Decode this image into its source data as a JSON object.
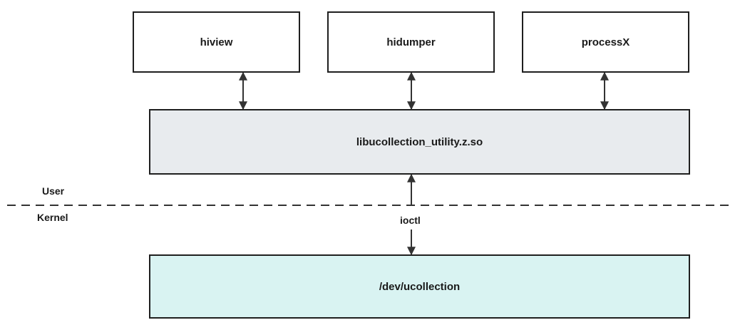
{
  "processes": [
    "hiview",
    "hidumper",
    "processX"
  ],
  "library": "libucollection_utility.z.so",
  "device": "/dev/ucollection",
  "boundary": {
    "user_label": "User",
    "kernel_label": "Kernel"
  },
  "interface_label": "ioctl",
  "colors": {
    "library_fill": "#e8ebee",
    "device_fill": "#d9f3f2",
    "stroke": "#1f1f1f"
  }
}
